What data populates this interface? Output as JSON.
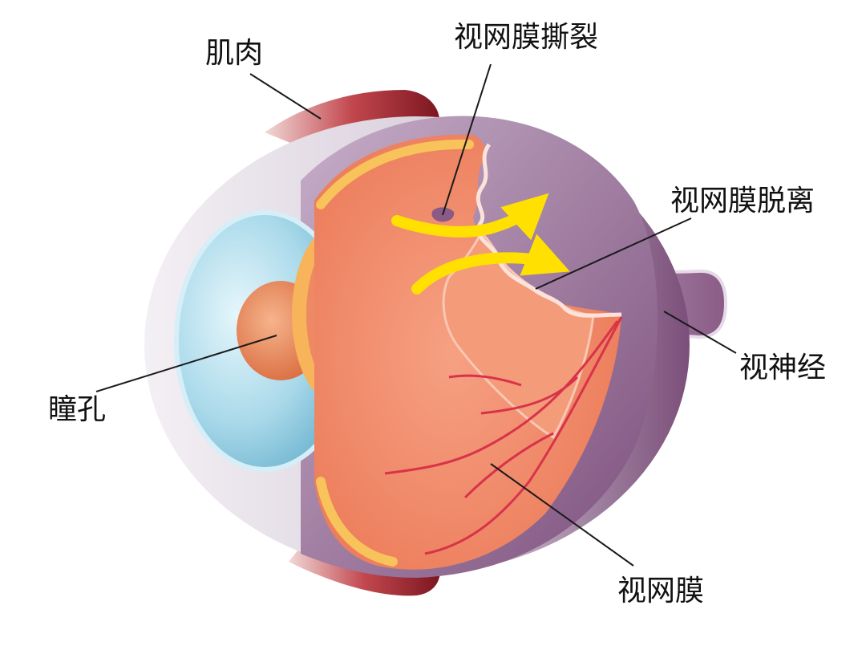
{
  "labels": {
    "muscle": "肌肉",
    "retinal_tear": "视网膜撕裂",
    "retinal_detachment": "视网膜脱离",
    "optic_nerve": "视神经",
    "pupil": "瞳孔",
    "retina": "视网膜"
  },
  "colors": {
    "sclera_outer": "#e9e3ea",
    "sclera_purple": "#8a5b86",
    "choroid": "#a98aab",
    "muscle": "#9e2630",
    "cornea": "#a8d8ea",
    "iris": "#e87b55",
    "retina": "#f08a6a",
    "retina_rim": "#f7b45a",
    "vessel": "#d8334a",
    "flow_arrow": "#ffe000"
  }
}
